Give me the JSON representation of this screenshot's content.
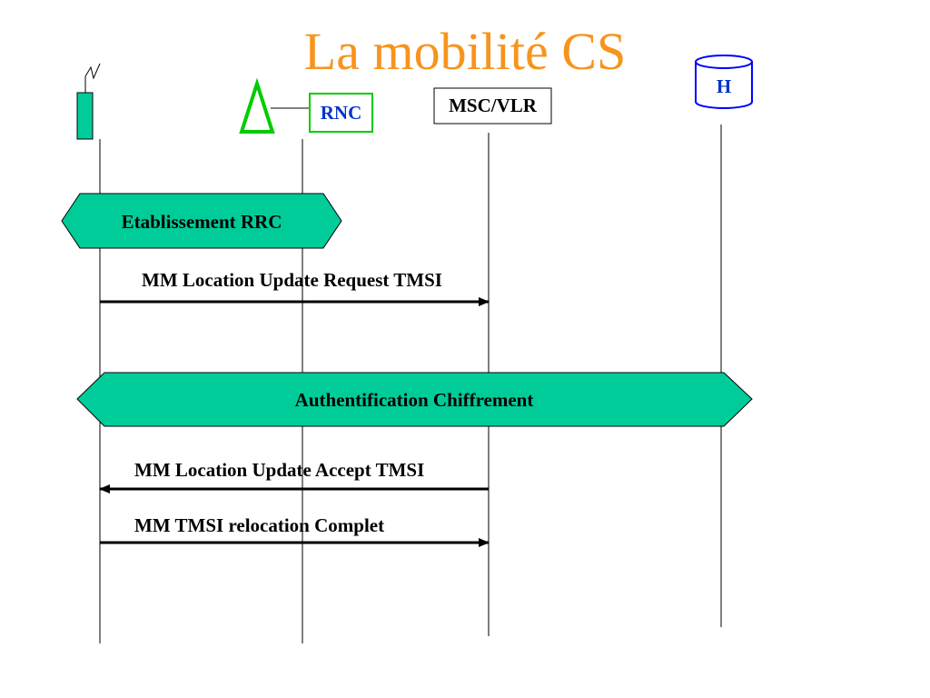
{
  "title": "La mobilité CS",
  "colors": {
    "title": "#f7941d",
    "band_fill": "#00cc99",
    "antenna": "#00cc00",
    "rnc_border": "#00cc00",
    "node_label_blue": "#0033cc",
    "database_border": "#0000ff",
    "arrow": "#000000"
  },
  "nodes": {
    "mobile": {
      "icon": "mobile-phone-icon"
    },
    "rnc": {
      "label": "RNC",
      "icon": "antenna-icon"
    },
    "msc": {
      "label": "MSC/VLR"
    },
    "hlr": {
      "label": "H",
      "icon": "database-icon"
    }
  },
  "bands": [
    {
      "label": "Etablissement RRC",
      "from": "mobile",
      "to": "rnc"
    },
    {
      "label": "Authentification Chiffrement",
      "from": "mobile",
      "to": "hlr"
    }
  ],
  "messages": [
    {
      "label": "MM Location Update Request TMSI",
      "from": "mobile",
      "to": "msc"
    },
    {
      "label": "MM Location Update Accept TMSI",
      "from": "msc",
      "to": "mobile"
    },
    {
      "label": "MM TMSI relocation Complet",
      "from": "mobile",
      "to": "msc"
    }
  ]
}
